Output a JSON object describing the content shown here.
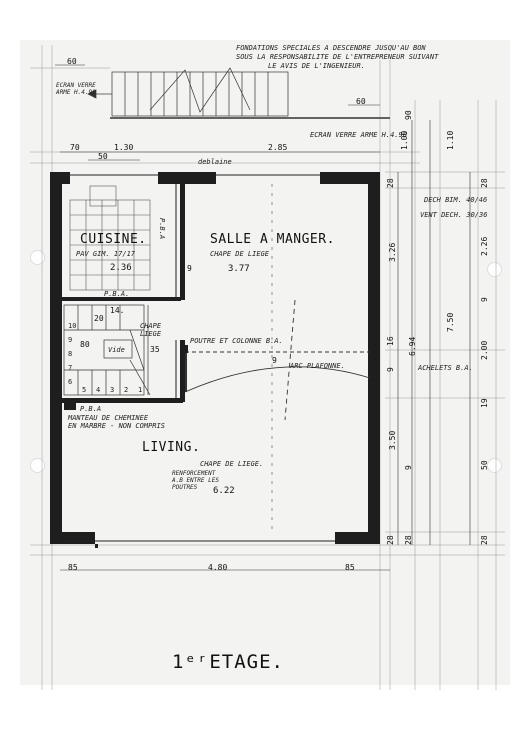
{
  "header_note": [
    "FONDATIONS SPECIALES A DESCENDRE JUSQU'AU BON",
    "SOUS LA RESPONSABILITE DE L'ENTREPRENEUR SUIVANT",
    "LE AVIS DE L'INGENIEUR."
  ],
  "ecran_top": "ECRAN VERRE ARME H.4.90",
  "ecran_right": "ECRAN VERRE ARME H.4.90",
  "rooms": {
    "cuisine": {
      "name": "CUISINE.",
      "sub": "PAV GIM. 17/17",
      "area": "2.36"
    },
    "salle": {
      "name": "SALLE A MANGER.",
      "sub": "CHAPE DE LIEGE",
      "area": "3.77"
    },
    "living": {
      "name": "LIVING.",
      "sub": "CHAPE DE LIEGE.",
      "area": "6.22"
    }
  },
  "labels": {
    "pba1": "P.B.A.",
    "pba2": "P.B.A",
    "pba3": "P.B.A",
    "chape_liege": "CHAPE\nLIEGE",
    "vide": "Vide",
    "poutre": "POUTRE ET COLONNE B.A.",
    "arc": "ARC PLAFONNE.",
    "achelets": "ACHELETS B.A.",
    "manteau": "MANTEAU DE CHEMINEE\nEN MARBRE - NON COMPRIS",
    "renforcement": "RENFORCEMENT\nA.B ENTRE LES\nPOUTRES",
    "dech_bim": "DECH BIM. 40/46",
    "vent_dech": "VENT DECH. 30/36",
    "deb": "deblaine"
  },
  "dims": {
    "d60a": "60",
    "d60b": "60",
    "d70": "70",
    "d130": "1.30",
    "d50": "50",
    "d285": "2.85",
    "d85a": "85",
    "d480": "4.80",
    "d85b": "85",
    "d14": "14.",
    "d20": "20",
    "d80": "80",
    "d35": "35",
    "d9a": "9",
    "d9b": "9",
    "d28a": "28",
    "d28b": "28",
    "d28c": "28",
    "d28d": "28",
    "d28e": "28",
    "v100": "1.00",
    "v110": "1.10",
    "v326": "3.26",
    "v226": "2.26",
    "v750": "7.50",
    "v694": "6.94",
    "v200": "2.00",
    "v350": "3.50",
    "v9a": "9",
    "v9b": "9",
    "v19": "19",
    "v16": "16",
    "v50": "50",
    "v90": "90",
    "v91": "9"
  },
  "stair_numbers": [
    "1",
    "2",
    "3",
    "4",
    "5",
    "6",
    "7",
    "8",
    "9",
    "10"
  ],
  "title": "1ᵉʳETAGE."
}
